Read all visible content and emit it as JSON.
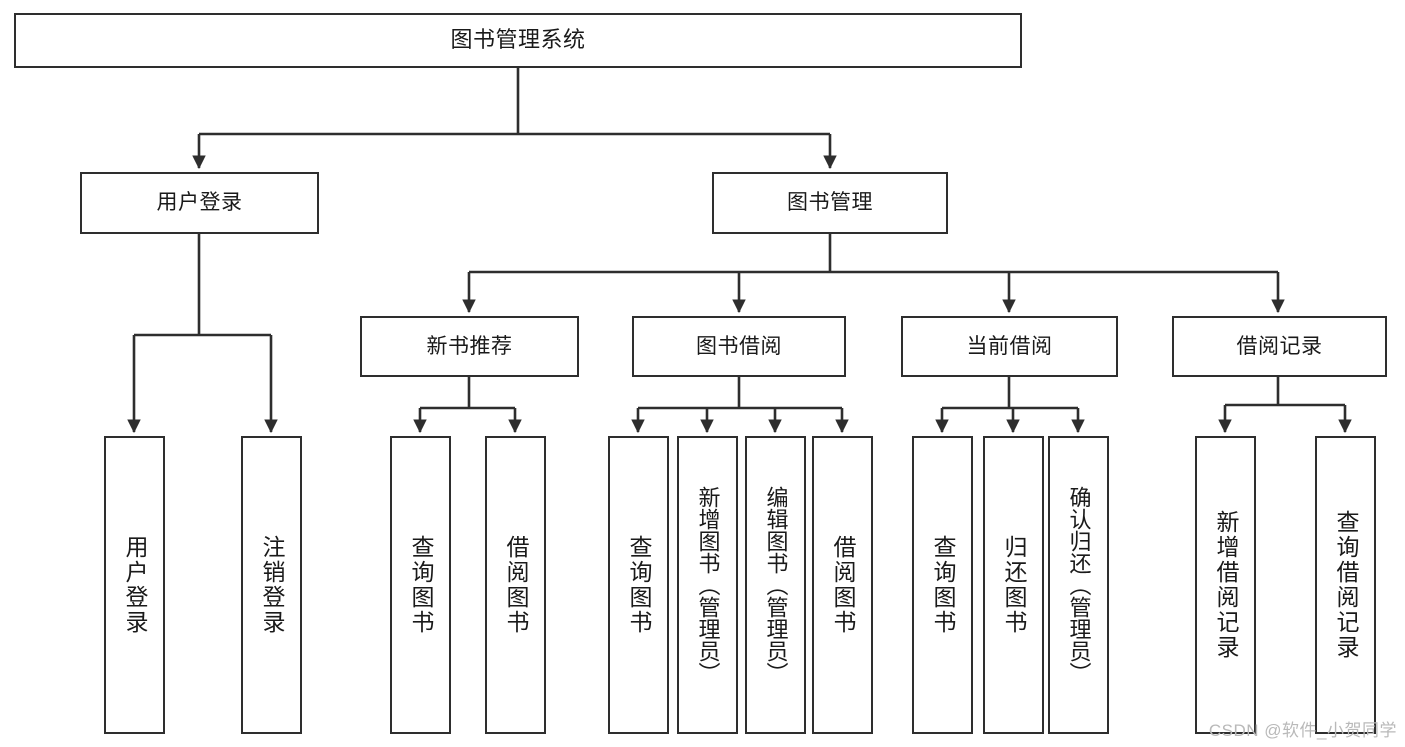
{
  "diagram": {
    "title": "图书管理系统",
    "type": "tree-hierarchy",
    "watermark": "CSDN @软件_小贺同学",
    "colors": {
      "stroke": "#2e2e2e",
      "fill": "#ffffff",
      "text": "#1a1a1a",
      "watermark": "#b9b9b9"
    },
    "nodes": {
      "root": {
        "label": "图书管理系统"
      },
      "level2": [
        {
          "id": "user-login",
          "label": "用户登录"
        },
        {
          "id": "book-manage",
          "label": "图书管理"
        }
      ],
      "level3": [
        {
          "id": "new-book-recommend",
          "label": "新书推荐"
        },
        {
          "id": "book-borrow",
          "label": "图书借阅"
        },
        {
          "id": "current-borrow",
          "label": "当前借阅"
        },
        {
          "id": "borrow-record",
          "label": "借阅记录"
        }
      ],
      "leaves": {
        "user_login": [
          {
            "id": "leaf-user-login",
            "label": "用户登录"
          },
          {
            "id": "leaf-logout",
            "label": "注销登录"
          }
        ],
        "new_book_recommend": [
          {
            "id": "leaf-query-book-1",
            "label": "查询图书"
          },
          {
            "id": "leaf-borrow-book-1",
            "label": "借阅图书"
          }
        ],
        "book_borrow": [
          {
            "id": "leaf-query-book-2",
            "label": "查询图书"
          },
          {
            "id": "leaf-add-book",
            "label": "新增图书（管理员）"
          },
          {
            "id": "leaf-edit-book",
            "label": "编辑图书（管理员）"
          },
          {
            "id": "leaf-borrow-book-2",
            "label": "借阅图书"
          }
        ],
        "current_borrow": [
          {
            "id": "leaf-query-book-3",
            "label": "查询图书"
          },
          {
            "id": "leaf-return-book",
            "label": "归还图书"
          },
          {
            "id": "leaf-confirm-return",
            "label": "确认归还（管理员）"
          }
        ],
        "borrow_record": [
          {
            "id": "leaf-add-record",
            "label": "新增借阅记录"
          },
          {
            "id": "leaf-query-record",
            "label": "查询借阅记录"
          }
        ]
      }
    }
  }
}
